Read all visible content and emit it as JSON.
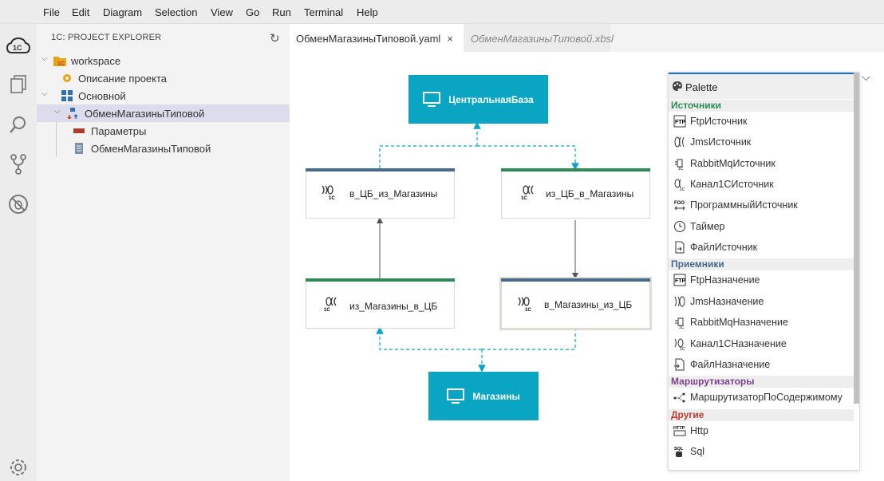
{
  "menu": [
    "File",
    "Edit",
    "Diagram",
    "Selection",
    "View",
    "Go",
    "Run",
    "Terminal",
    "Help"
  ],
  "explorer": {
    "title": "1C: PROJECT EXPLORER",
    "items": [
      {
        "label": "workspace"
      },
      {
        "label": "Описание проекта"
      },
      {
        "label": "Основной"
      },
      {
        "label": "ОбменМагазиныТиповой"
      },
      {
        "label": "Параметры"
      },
      {
        "label": "ОбменМагазиныТиповой"
      }
    ]
  },
  "tabs": [
    {
      "label": "ОбменМагазиныТиповой.yaml",
      "close": "×"
    },
    {
      "label": "ОбменМагазиныТиповой.xbsl"
    }
  ],
  "diagram": {
    "top_db": "ЦентральнаяБаза",
    "bottom_db": "Магазины",
    "nodes": [
      {
        "label": "в_ЦБ_из_Магазины",
        "color": "#46698c"
      },
      {
        "label": "из_ЦБ_в_Магазины",
        "color": "#2e8b57"
      },
      {
        "label": "из_Магазины_в_ЦБ",
        "color": "#2e8b57"
      },
      {
        "label": "в_Магазины_из_ЦБ",
        "color": "#46698c"
      }
    ],
    "accent": "#0ba5c4"
  },
  "palette": {
    "title": "Palette",
    "groups": [
      {
        "label": "Источники",
        "color": "#2e8b57",
        "items": [
          "FtpИсточник",
          "JmsИсточник",
          "RabbitMqИсточник",
          "Канал1СИсточник",
          "ПрограммныйИсточник",
          "Таймер",
          "ФайлИсточник"
        ]
      },
      {
        "label": "Приемники",
        "color": "#46698c",
        "items": [
          "FtpНазначение",
          "JmsНазначение",
          "RabbitMqНазначение",
          "Канал1СНазначение",
          "ФайлНазначение"
        ]
      },
      {
        "label": "Маршрутизаторы",
        "color": "#7b3f8c",
        "items": [
          "МаршрутизаторПоСодержимому"
        ]
      },
      {
        "label": "Другие",
        "color": "#c0392b",
        "items": [
          "Http",
          "Sql"
        ]
      }
    ]
  }
}
